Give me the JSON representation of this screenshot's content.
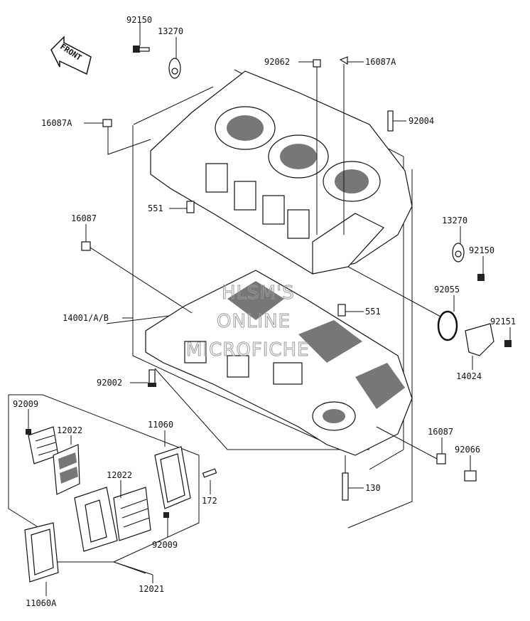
{
  "labels": {
    "l92150a": "92150",
    "l13270a": "13270",
    "l92062": "92062",
    "l16087Aa": "16087A",
    "l16087Ab": "16087A",
    "l92004": "92004",
    "l551a": "551",
    "l16087a": "16087",
    "l13270b": "13270",
    "l92150b": "92150",
    "l92055": "92055",
    "l551b": "551",
    "l14001": "14001/A/B",
    "l92151": "92151",
    "l14024": "14024",
    "l92002": "92002",
    "l92009a": "92009",
    "l12022a": "12022",
    "l11060": "11060",
    "l16087b": "16087",
    "l92066": "92066",
    "l12022b": "12022",
    "l172": "172",
    "l130": "130",
    "l92009b": "92009",
    "l12021": "12021",
    "l11060A": "11060A"
  },
  "front_arrow": "FRONT",
  "watermark": {
    "line1": "HLSM'S",
    "line2": "ONLINE",
    "line3": "MICROFICHE"
  }
}
